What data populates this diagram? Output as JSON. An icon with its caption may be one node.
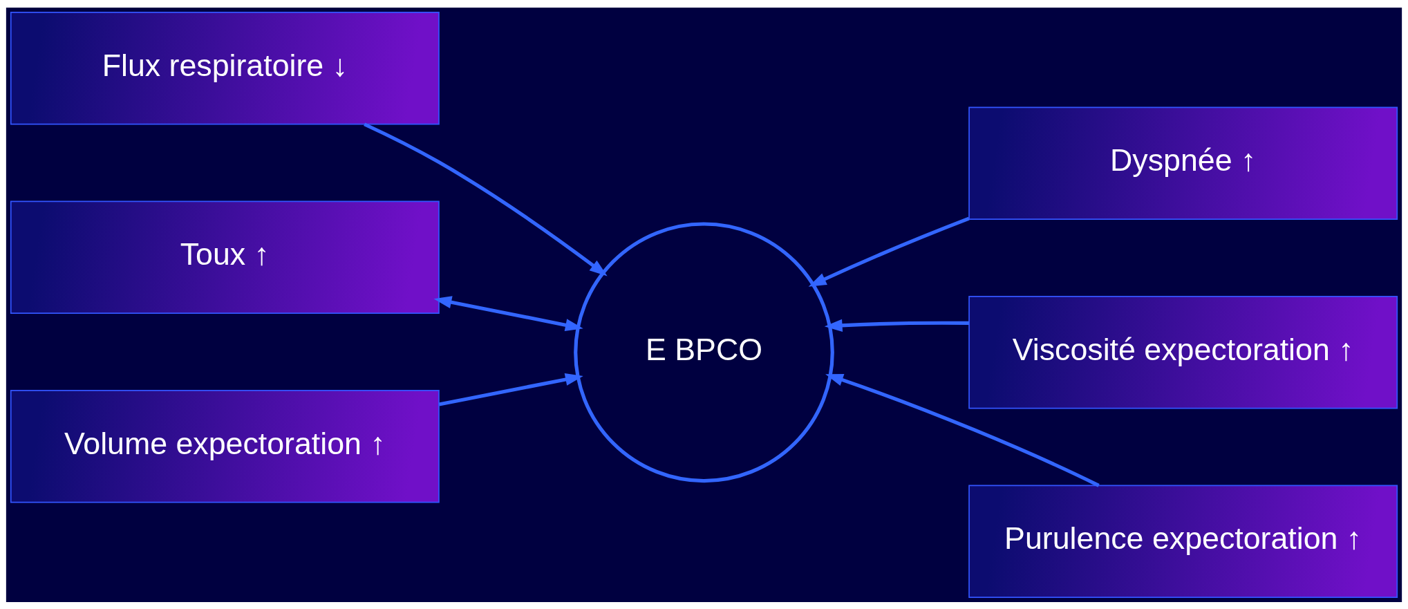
{
  "diagram": {
    "nodes": [
      {
        "text": [
          "Flux respiratoire ↓"
        ]
      },
      {
        "text": [
          "Dyspnée ↑"
        ]
      },
      {
        "text": [
          "Toux ↑"
        ]
      },
      {
        "text": [
          "E BPCO"
        ]
      },
      {
        "text": [
          "Viscosité expectoration ↑"
        ]
      },
      {
        "text": [
          "Volume expectoration ↑"
        ]
      },
      {
        "text": [
          "Purulence expectoration ↑"
        ]
      }
    ],
    "edges": [
      {
        "from": 0,
        "to": 3,
        "arrow": "to"
      },
      {
        "from": 1,
        "to": 3,
        "arrow": "to"
      },
      {
        "from": 3,
        "to": 2,
        "arrow": "both"
      },
      {
        "from": 4,
        "to": 3,
        "arrow": "to"
      },
      {
        "from": 5,
        "to": 3,
        "arrow": "to"
      },
      {
        "from": 6,
        "to": 3,
        "arrow": "to"
      }
    ]
  }
}
